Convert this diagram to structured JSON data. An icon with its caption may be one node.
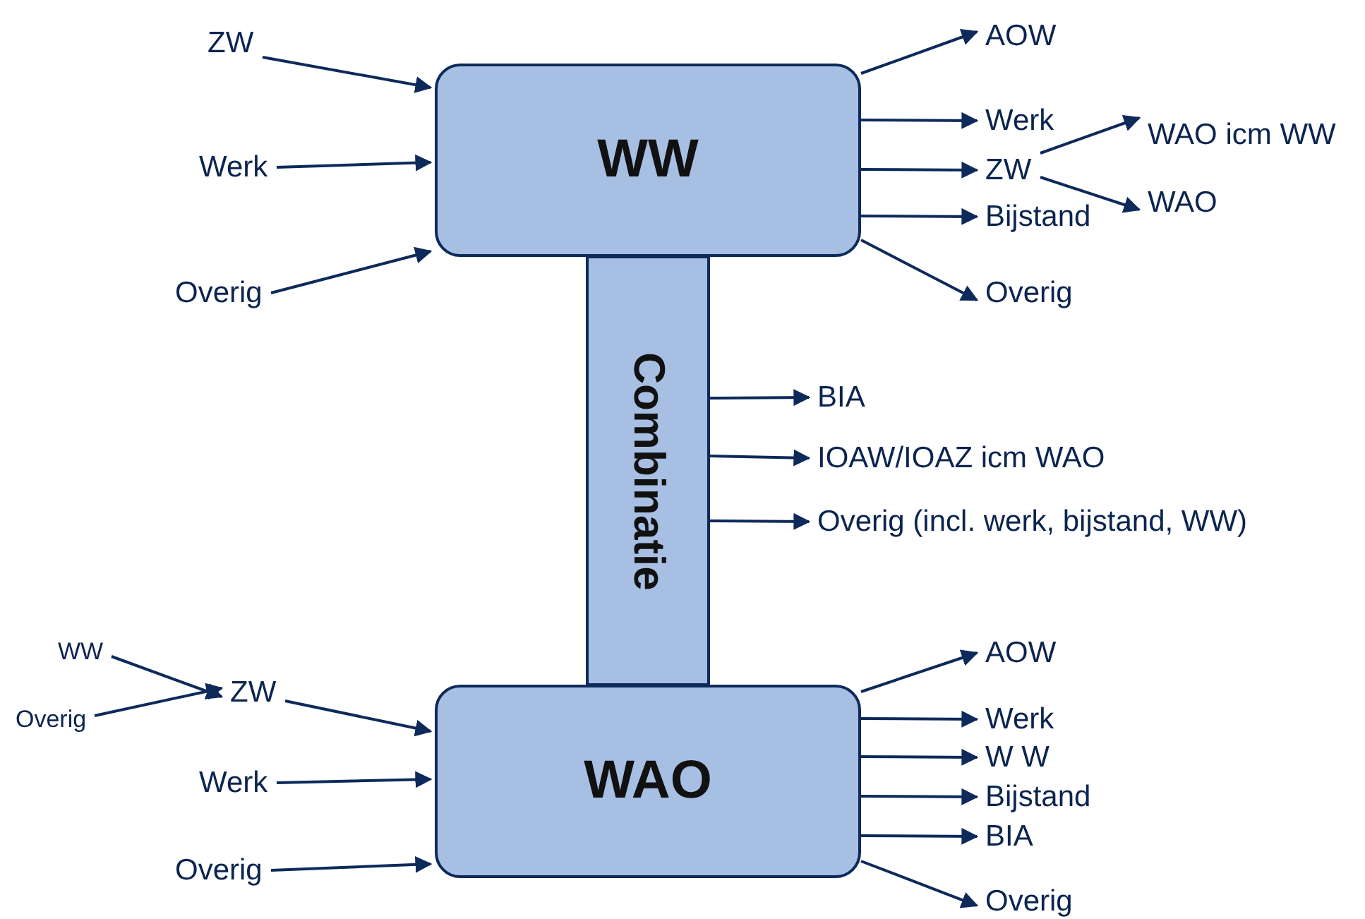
{
  "diagram": {
    "nodes": [
      {
        "text": [
          "WW"
        ]
      },
      {
        "text": [
          "Combinatie"
        ]
      },
      {
        "text": [
          "WAO"
        ]
      },
      {
        "text": [
          "ZW"
        ]
      },
      {
        "text": [
          "Werk"
        ]
      },
      {
        "text": [
          "Overig"
        ]
      },
      {
        "text": [
          "AOW"
        ]
      },
      {
        "text": [
          "Werk"
        ]
      },
      {
        "text": [
          "ZW"
        ]
      },
      {
        "text": [
          "Bijstand"
        ]
      },
      {
        "text": [
          "Overig"
        ]
      },
      {
        "text": [
          "WAO icm WW"
        ]
      },
      {
        "text": [
          "WAO"
        ]
      },
      {
        "text": [
          "BIA"
        ]
      },
      {
        "text": [
          "IOAW/IOAZ icm WAO"
        ]
      },
      {
        "text": [
          "Overig (incl. werk, bijstand, WW)"
        ]
      },
      {
        "text": [
          "WW"
        ]
      },
      {
        "text": [
          "Overig"
        ]
      },
      {
        "text": [
          "ZW"
        ]
      },
      {
        "text": [
          "Werk"
        ]
      },
      {
        "text": [
          "Overig"
        ]
      },
      {
        "text": [
          "AOW"
        ]
      },
      {
        "text": [
          "Werk"
        ]
      },
      {
        "text": [
          "W W"
        ]
      },
      {
        "text": [
          "Bijstand"
        ]
      },
      {
        "text": [
          "BIA"
        ]
      },
      {
        "text": [
          "Overig"
        ]
      }
    ],
    "edges": [
      {
        "from": 3,
        "to": 0,
        "arrow": "to"
      },
      {
        "from": 4,
        "to": 0,
        "arrow": "to"
      },
      {
        "from": 5,
        "to": 0,
        "arrow": "to"
      },
      {
        "from": 0,
        "to": 6,
        "arrow": "to"
      },
      {
        "from": 0,
        "to": 7,
        "arrow": "to"
      },
      {
        "from": 0,
        "to": 8,
        "arrow": "to"
      },
      {
        "from": 0,
        "to": 9,
        "arrow": "to"
      },
      {
        "from": 0,
        "to": 10,
        "arrow": "to"
      },
      {
        "from": 8,
        "to": 11,
        "arrow": "to"
      },
      {
        "from": 8,
        "to": 12,
        "arrow": "to"
      },
      {
        "from": 1,
        "to": 13,
        "arrow": "to"
      },
      {
        "from": 1,
        "to": 14,
        "arrow": "to"
      },
      {
        "from": 1,
        "to": 15,
        "arrow": "to"
      },
      {
        "from": 16,
        "to": 18,
        "arrow": "to"
      },
      {
        "from": 17,
        "to": 18,
        "arrow": "to"
      },
      {
        "from": 18,
        "to": 2,
        "arrow": "to"
      },
      {
        "from": 19,
        "to": 2,
        "arrow": "to"
      },
      {
        "from": 20,
        "to": 2,
        "arrow": "to"
      },
      {
        "from": 2,
        "to": 21,
        "arrow": "to"
      },
      {
        "from": 2,
        "to": 22,
        "arrow": "to"
      },
      {
        "from": 2,
        "to": 23,
        "arrow": "to"
      },
      {
        "from": 2,
        "to": 24,
        "arrow": "to"
      },
      {
        "from": 2,
        "to": 25,
        "arrow": "to"
      },
      {
        "from": 2,
        "to": 26,
        "arrow": "to"
      }
    ]
  }
}
